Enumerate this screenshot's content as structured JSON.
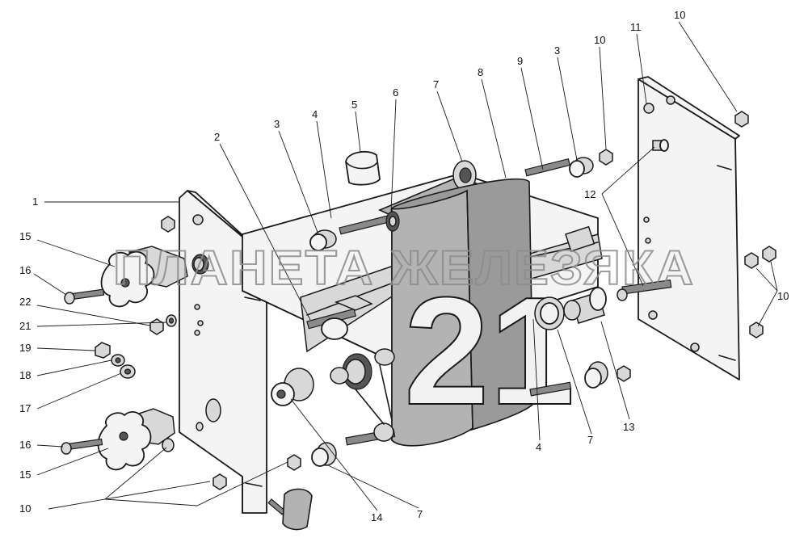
{
  "watermark": "ПЛАНЕТА ЖЕЛЕЗЯКА",
  "display_digits": "21",
  "callouts": {
    "c1": "1",
    "c2": "2",
    "c3a": "3",
    "c3b": "3",
    "c4a": "4",
    "c4b": "4",
    "c5": "5",
    "c6": "6",
    "c7a": "7",
    "c7b": "7",
    "c7c": "7",
    "c8": "8",
    "c9": "9",
    "c10a": "10",
    "c10b": "10",
    "c10c": "10",
    "c10d": "10",
    "c11": "11",
    "c12": "12",
    "c13": "13",
    "c14": "14",
    "c15a": "15",
    "c15b": "15",
    "c16a": "16",
    "c16b": "16",
    "c17": "17",
    "c18": "18",
    "c19": "19",
    "c21": "21",
    "c22": "22"
  }
}
